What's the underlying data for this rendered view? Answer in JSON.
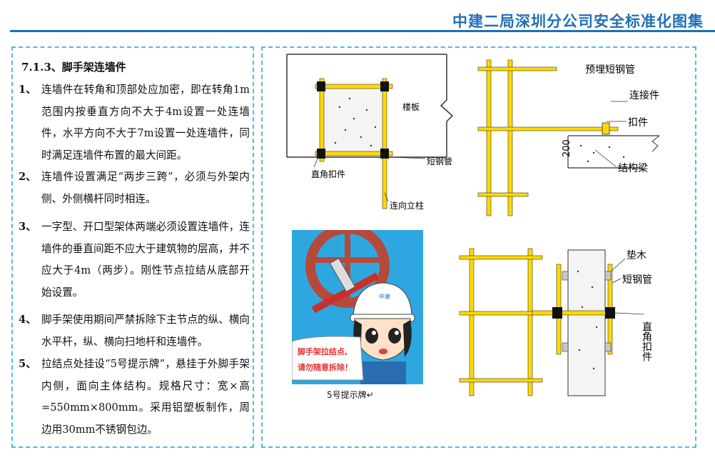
{
  "header": {
    "title": "中建二局深圳分公司安全标准化图集"
  },
  "section": {
    "title": "7.1.3、脚手架连墙件"
  },
  "items": [
    {
      "num": "1、",
      "text": "连墙件在转角和顶部处应加密，即在转角1m范围内按垂直方向不大于4m设置一处连墙件，水平方向不大于7m设置一处连墙件，同时满足连墙件布置的最大间距。"
    },
    {
      "num": "2、",
      "text": "连墙件设置满足“两步三跨”，必须与外架内侧、外侧横杆同时相连。"
    },
    {
      "num": "3、",
      "text": "一字型、开口型架体两端必须设置连墙件，连墙件的垂直间距不应大于建筑物的层高，并不应大于4m（两步）。刚性节点拉结从底部开始设置。"
    },
    {
      "num": "4、",
      "text": "脚手架使用期间严禁拆除下主节点的纵、横向水平杆，纵、横向扫地杆和连墙件。"
    },
    {
      "num": "5、",
      "text": "拉结点处挂设“5号提示牌”，悬挂于外脚手架内侧，面向主体结构。规格尺寸：宽×高=550mm×800mm。采用铝塑板制作，周边用30mm不锈钢包边。"
    }
  ],
  "figure1": {
    "label_slab": "楼板",
    "label_short_pipe": "短钢管",
    "label_right_angle": "直角扣件",
    "label_pole": "连向立柱"
  },
  "figure2": {
    "label_embedded": "预埋短钢管",
    "label_connector": "连接件",
    "label_fastener": "扣件",
    "label_200": "200",
    "label_beam": "结构梁"
  },
  "figure3": {
    "sign_line1": "脚手架拉结点,",
    "sign_line2": "请勿随意拆除！",
    "helmet_text": "中建",
    "caption": "5号提示牌↵"
  },
  "figure4": {
    "label_pad": "垫木",
    "label_short_pipe": "短钢管",
    "label_right_angle": "直角扣件"
  },
  "colors": {
    "accent": "#1f6fb8",
    "dashed_border": "#55b8de",
    "pipe_yellow": "#ffd900",
    "sign_red": "#e53333"
  }
}
